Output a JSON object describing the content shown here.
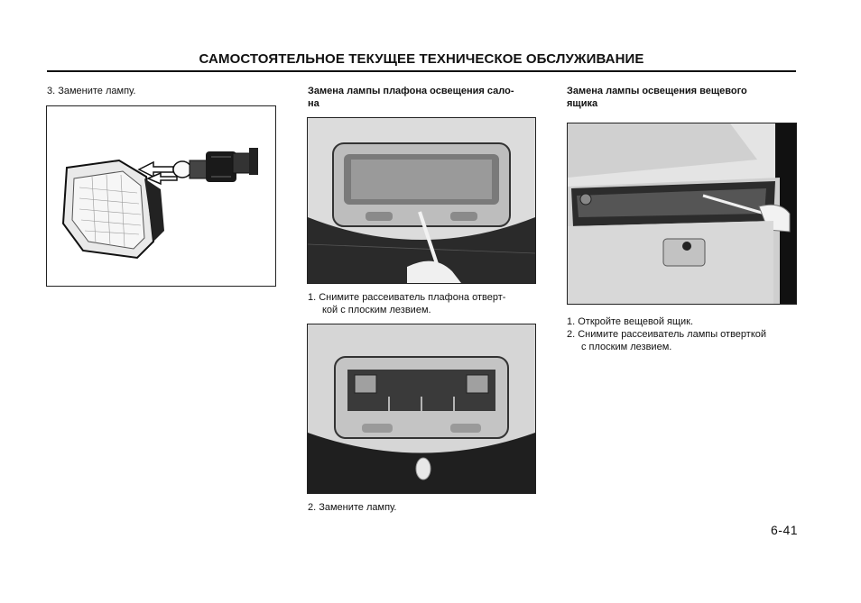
{
  "header": {
    "title": "САМОСТОЯТЕЛЬНОЕ ТЕКУЩЕЕ ТЕХНИЧЕСКОЕ ОБСЛУЖИВАНИЕ"
  },
  "col1": {
    "step": "3. Замените лампу."
  },
  "col2": {
    "heading_line1": "Замена лампы плафона освещения сало-",
    "heading_line2": "на",
    "step1_line1": "1. Снимите рассеиватель плафона отверт-",
    "step1_line2": "кой с плоским лезвием.",
    "step2": "2. Замените лампу."
  },
  "col3": {
    "heading_line1": "Замена лампы освещения вещевого",
    "heading_line2": "ящика",
    "step1": "1. Откройте вещевой ящик.",
    "step2_line1": "2. Снимите рассеиватель лампы отверткой",
    "step2_line2": "с плоским лезвием."
  },
  "footer": {
    "page_number": "6-41"
  }
}
